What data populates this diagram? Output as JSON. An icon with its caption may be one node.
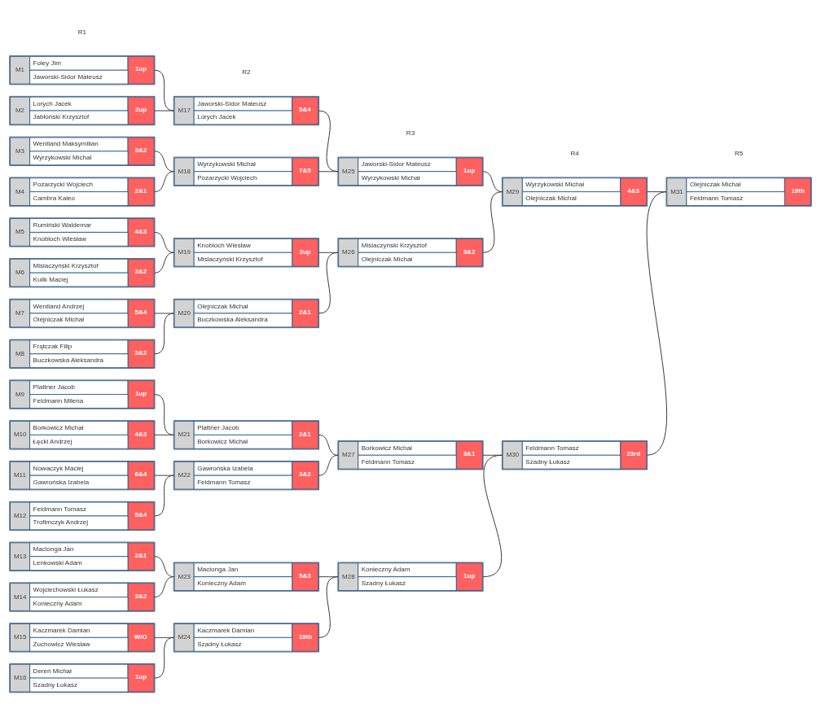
{
  "diagram": {
    "nodes": [
      {
        "text": [
          "M1",
          "Foley Jim",
          "Jaworski-Sidor Mateusz",
          "1up"
        ]
      },
      {
        "text": [
          "M2",
          "Lorych Jacek",
          "Jabłoński Krzysztof",
          "2up"
        ]
      },
      {
        "text": [
          "M3",
          "Wentland Maksymilian",
          "Wyrzykowski Michał",
          "3&2"
        ]
      },
      {
        "text": [
          "M4",
          "Pozarzycki Wojciech",
          "Cambra Kaleo",
          "2&1"
        ]
      },
      {
        "text": [
          "M5",
          "Rumiński Waldemar",
          "Knobloch Wiesław",
          "4&3"
        ]
      },
      {
        "text": [
          "M6",
          "Misiaczyński Krzysztof",
          "Kulik Maciej",
          "3&2"
        ]
      },
      {
        "text": [
          "M7",
          "Wentland Andrzej",
          "Olejniczak Michał",
          "5&4"
        ]
      },
      {
        "text": [
          "M8",
          "Frątczak Filip",
          "Buczkowska Aleksandra",
          "3&2"
        ]
      },
      {
        "text": [
          "M9",
          "Plattner Jacob",
          "Feldmann Milena",
          "1up"
        ]
      },
      {
        "text": [
          "M10",
          "Borkowicz Michał",
          "Łęcki Andrzej",
          "4&3"
        ]
      },
      {
        "text": [
          "M11",
          "Nowaczyk Maciej",
          "Gawrońska Izabela",
          "6&4"
        ]
      },
      {
        "text": [
          "M12",
          "Feldmann Tomasz",
          "Trofimczyk Andrzej",
          "5&4"
        ]
      },
      {
        "text": [
          "M13",
          "Macionga Jan",
          "Lenkowski Adam",
          "2&1"
        ]
      },
      {
        "text": [
          "M14",
          "Wojciechowski Łukasz",
          "Konieczny Adam",
          "3&2"
        ]
      },
      {
        "text": [
          "M15",
          "Kaczmarek Damian",
          "Zuchowicz Wiesław",
          "W/O"
        ]
      },
      {
        "text": [
          "M16",
          "Dereń Michał",
          "Szadny Łukasz",
          "1up"
        ]
      },
      {
        "text": [
          "M17",
          "Jaworski-Sidor Mateusz",
          "Lorych Jacek",
          "5&4"
        ]
      },
      {
        "text": [
          "M18",
          "Wyrzykowski Michał",
          "Pozarzycki Wojciech",
          "7&5"
        ]
      },
      {
        "text": [
          "M19",
          "Knobloch Wiesław",
          "Misiaczyński Krzysztof",
          "2up"
        ]
      },
      {
        "text": [
          "M20",
          "Olejniczak Michał",
          "Buczkowska Aleksandra",
          "2&1"
        ]
      },
      {
        "text": [
          "M21",
          "Plattner Jacob",
          "Borkowicz Michał",
          "2&1"
        ]
      },
      {
        "text": [
          "M22",
          "Gawrońska Izabela",
          "Feldmann Tomasz",
          "3&2"
        ]
      },
      {
        "text": [
          "M23",
          "Macionga Jan",
          "Konieczny Adam",
          "5&3"
        ]
      },
      {
        "text": [
          "M24",
          "Kaczmarek Damian",
          "Szadny Łukasz",
          "19th"
        ]
      },
      {
        "text": [
          "M25",
          "Jaworski-Sidor Mateusz",
          "Wyrzykowski Michał",
          "1up"
        ]
      },
      {
        "text": [
          "M26",
          "Misiaczyński Krzysztof",
          "Olejniczak Michał",
          "3&2"
        ]
      },
      {
        "text": [
          "M27",
          "Borkowicz Michał",
          "Feldmann Tomasz",
          "3&1"
        ]
      },
      {
        "text": [
          "M28",
          "Konieczny Adam",
          "Szadny Łukasz",
          "1up"
        ]
      },
      {
        "text": [
          "M29",
          "Wyrzykowski Michał",
          "Olejniczak Michał",
          "4&3"
        ]
      },
      {
        "text": [
          "M30",
          "Feldmann Tomasz",
          "Szadny Łukasz",
          "23rd"
        ]
      },
      {
        "text": [
          "M31",
          "Olejniczak Michał",
          "Feldmann Tomasz",
          "19th"
        ]
      }
    ],
    "edges": [
      {
        "from": 0,
        "to": 16,
        "arrow": "none"
      },
      {
        "from": 1,
        "to": 16,
        "arrow": "none"
      },
      {
        "from": 2,
        "to": 17,
        "arrow": "none"
      },
      {
        "from": 3,
        "to": 17,
        "arrow": "none"
      },
      {
        "from": 4,
        "to": 18,
        "arrow": "none"
      },
      {
        "from": 5,
        "to": 18,
        "arrow": "none"
      },
      {
        "from": 6,
        "to": 19,
        "arrow": "none"
      },
      {
        "from": 7,
        "to": 19,
        "arrow": "none"
      },
      {
        "from": 8,
        "to": 20,
        "arrow": "none"
      },
      {
        "from": 9,
        "to": 20,
        "arrow": "none"
      },
      {
        "from": 10,
        "to": 21,
        "arrow": "none"
      },
      {
        "from": 11,
        "to": 21,
        "arrow": "none"
      },
      {
        "from": 12,
        "to": 22,
        "arrow": "none"
      },
      {
        "from": 13,
        "to": 22,
        "arrow": "none"
      },
      {
        "from": 14,
        "to": 23,
        "arrow": "none"
      },
      {
        "from": 15,
        "to": 23,
        "arrow": "none"
      },
      {
        "from": 16,
        "to": 24,
        "arrow": "none"
      },
      {
        "from": 17,
        "to": 24,
        "arrow": "none"
      },
      {
        "from": 18,
        "to": 25,
        "arrow": "none"
      },
      {
        "from": 19,
        "to": 25,
        "arrow": "none"
      },
      {
        "from": 20,
        "to": 26,
        "arrow": "none"
      },
      {
        "from": 21,
        "to": 26,
        "arrow": "none"
      },
      {
        "from": 22,
        "to": 27,
        "arrow": "none"
      },
      {
        "from": 23,
        "to": 27,
        "arrow": "none"
      },
      {
        "from": 24,
        "to": 28,
        "arrow": "none"
      },
      {
        "from": 25,
        "to": 28,
        "arrow": "none"
      },
      {
        "from": 26,
        "to": 29,
        "arrow": "none"
      },
      {
        "from": 27,
        "to": 29,
        "arrow": "none"
      },
      {
        "from": 28,
        "to": 30,
        "arrow": "none"
      },
      {
        "from": 29,
        "to": 30,
        "arrow": "none"
      }
    ],
    "labels": [
      "R1",
      "R2",
      "R3",
      "R4",
      "R5"
    ]
  }
}
